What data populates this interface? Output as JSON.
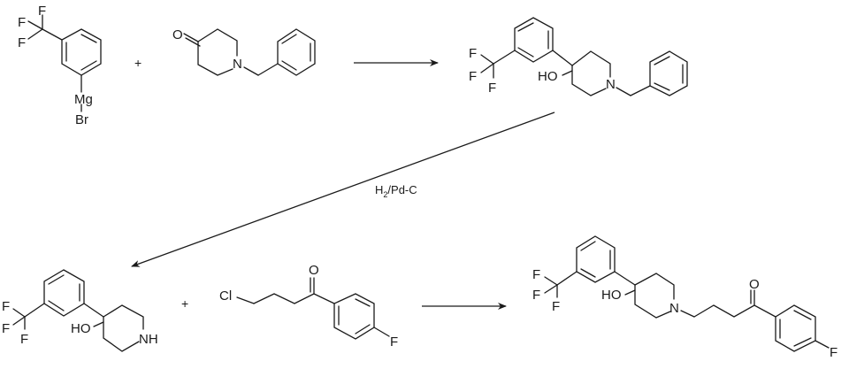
{
  "scheme": {
    "title": "",
    "colors": {
      "ink": "#1a1a1a",
      "background": "#ffffff"
    },
    "steps": [
      {
        "reactants": [
          "3-(trifluoromethyl)phenylmagnesium bromide",
          "1-benzyl-4-piperidone"
        ],
        "product": "1-benzyl-4-[3-(trifluoromethyl)phenyl]piperidin-4-ol",
        "conditions": ""
      },
      {
        "reactants": [
          "1-benzyl-4-[3-(trifluoromethyl)phenyl]piperidin-4-ol"
        ],
        "product": "4-[3-(trifluoromethyl)phenyl]piperidin-4-ol",
        "conditions": "H2/Pd-C"
      },
      {
        "reactants": [
          "4-[3-(trifluoromethyl)phenyl]piperidin-4-ol",
          "4-chloro-1-(4-fluorophenyl)butan-1-one"
        ],
        "product": "4-[4-hydroxy-4-(3-trifluoromethylphenyl)piperidin-1-yl]-1-(4-fluorophenyl)butan-1-one",
        "conditions": ""
      }
    ],
    "labels": {
      "plus": "+",
      "F": "F",
      "Mg": "Mg",
      "Br": "Br",
      "O": "O",
      "N": "N",
      "NH": "NH",
      "HO": "HO",
      "Cl": "Cl",
      "cond_H": "H",
      "cond_sub": "2",
      "cond_rest": "/Pd-C"
    }
  }
}
